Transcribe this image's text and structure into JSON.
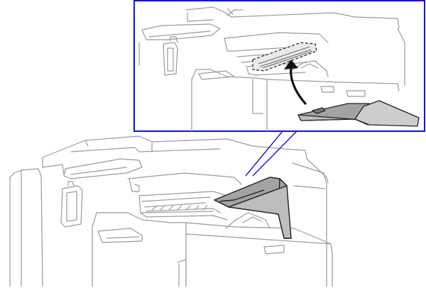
{
  "figure": {
    "subject": "copier-output-tray-extension-installation",
    "inset": {
      "shows": "magnified-view",
      "dashed_region": "tray-attachment-slots"
    },
    "callout_target": "output-tray",
    "part_shading": "gray"
  },
  "colors": {
    "line_art": "#9a9a9a",
    "inset_border": "#1111ee",
    "part_fill": "#a3a3a3",
    "part_fill_light": "#cdcdcd",
    "part_outline": "#202020",
    "arrow": "#111111",
    "background": "#ffffff"
  },
  "icons": [
    "curved-arrow-icon",
    "dashed-selection-icon"
  ]
}
